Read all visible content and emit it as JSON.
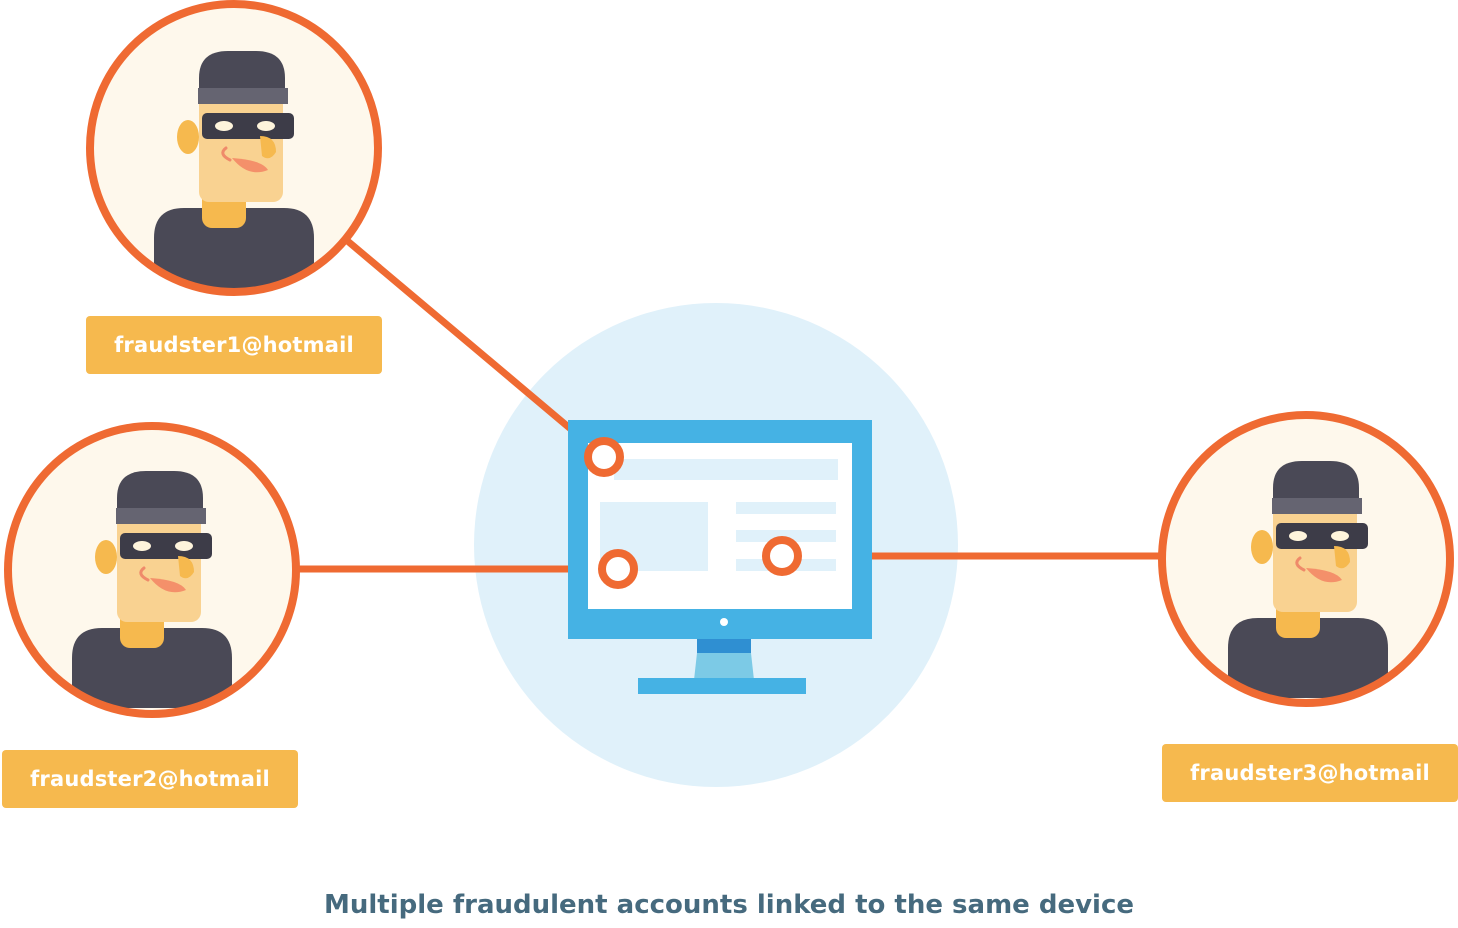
{
  "accounts": [
    {
      "email": "fraudster1@hotmail"
    },
    {
      "email": "fraudster2@hotmail"
    },
    {
      "email": "fraudster3@hotmail"
    }
  ],
  "caption": "Multiple fraudulent accounts linked to the same device",
  "colors": {
    "link_line": "#ef6a32",
    "avatar_bg": "#fef8ec",
    "label_bg": "#f6b94e",
    "device_halo": "#e0f1fa",
    "monitor": "#45b2e4",
    "caption_text": "#466a7e",
    "hat": "#4a4956",
    "skin": "#f9d291"
  },
  "icons": [
    "fraudster-avatar-icon",
    "monitor-icon",
    "connection-node-icon"
  ]
}
